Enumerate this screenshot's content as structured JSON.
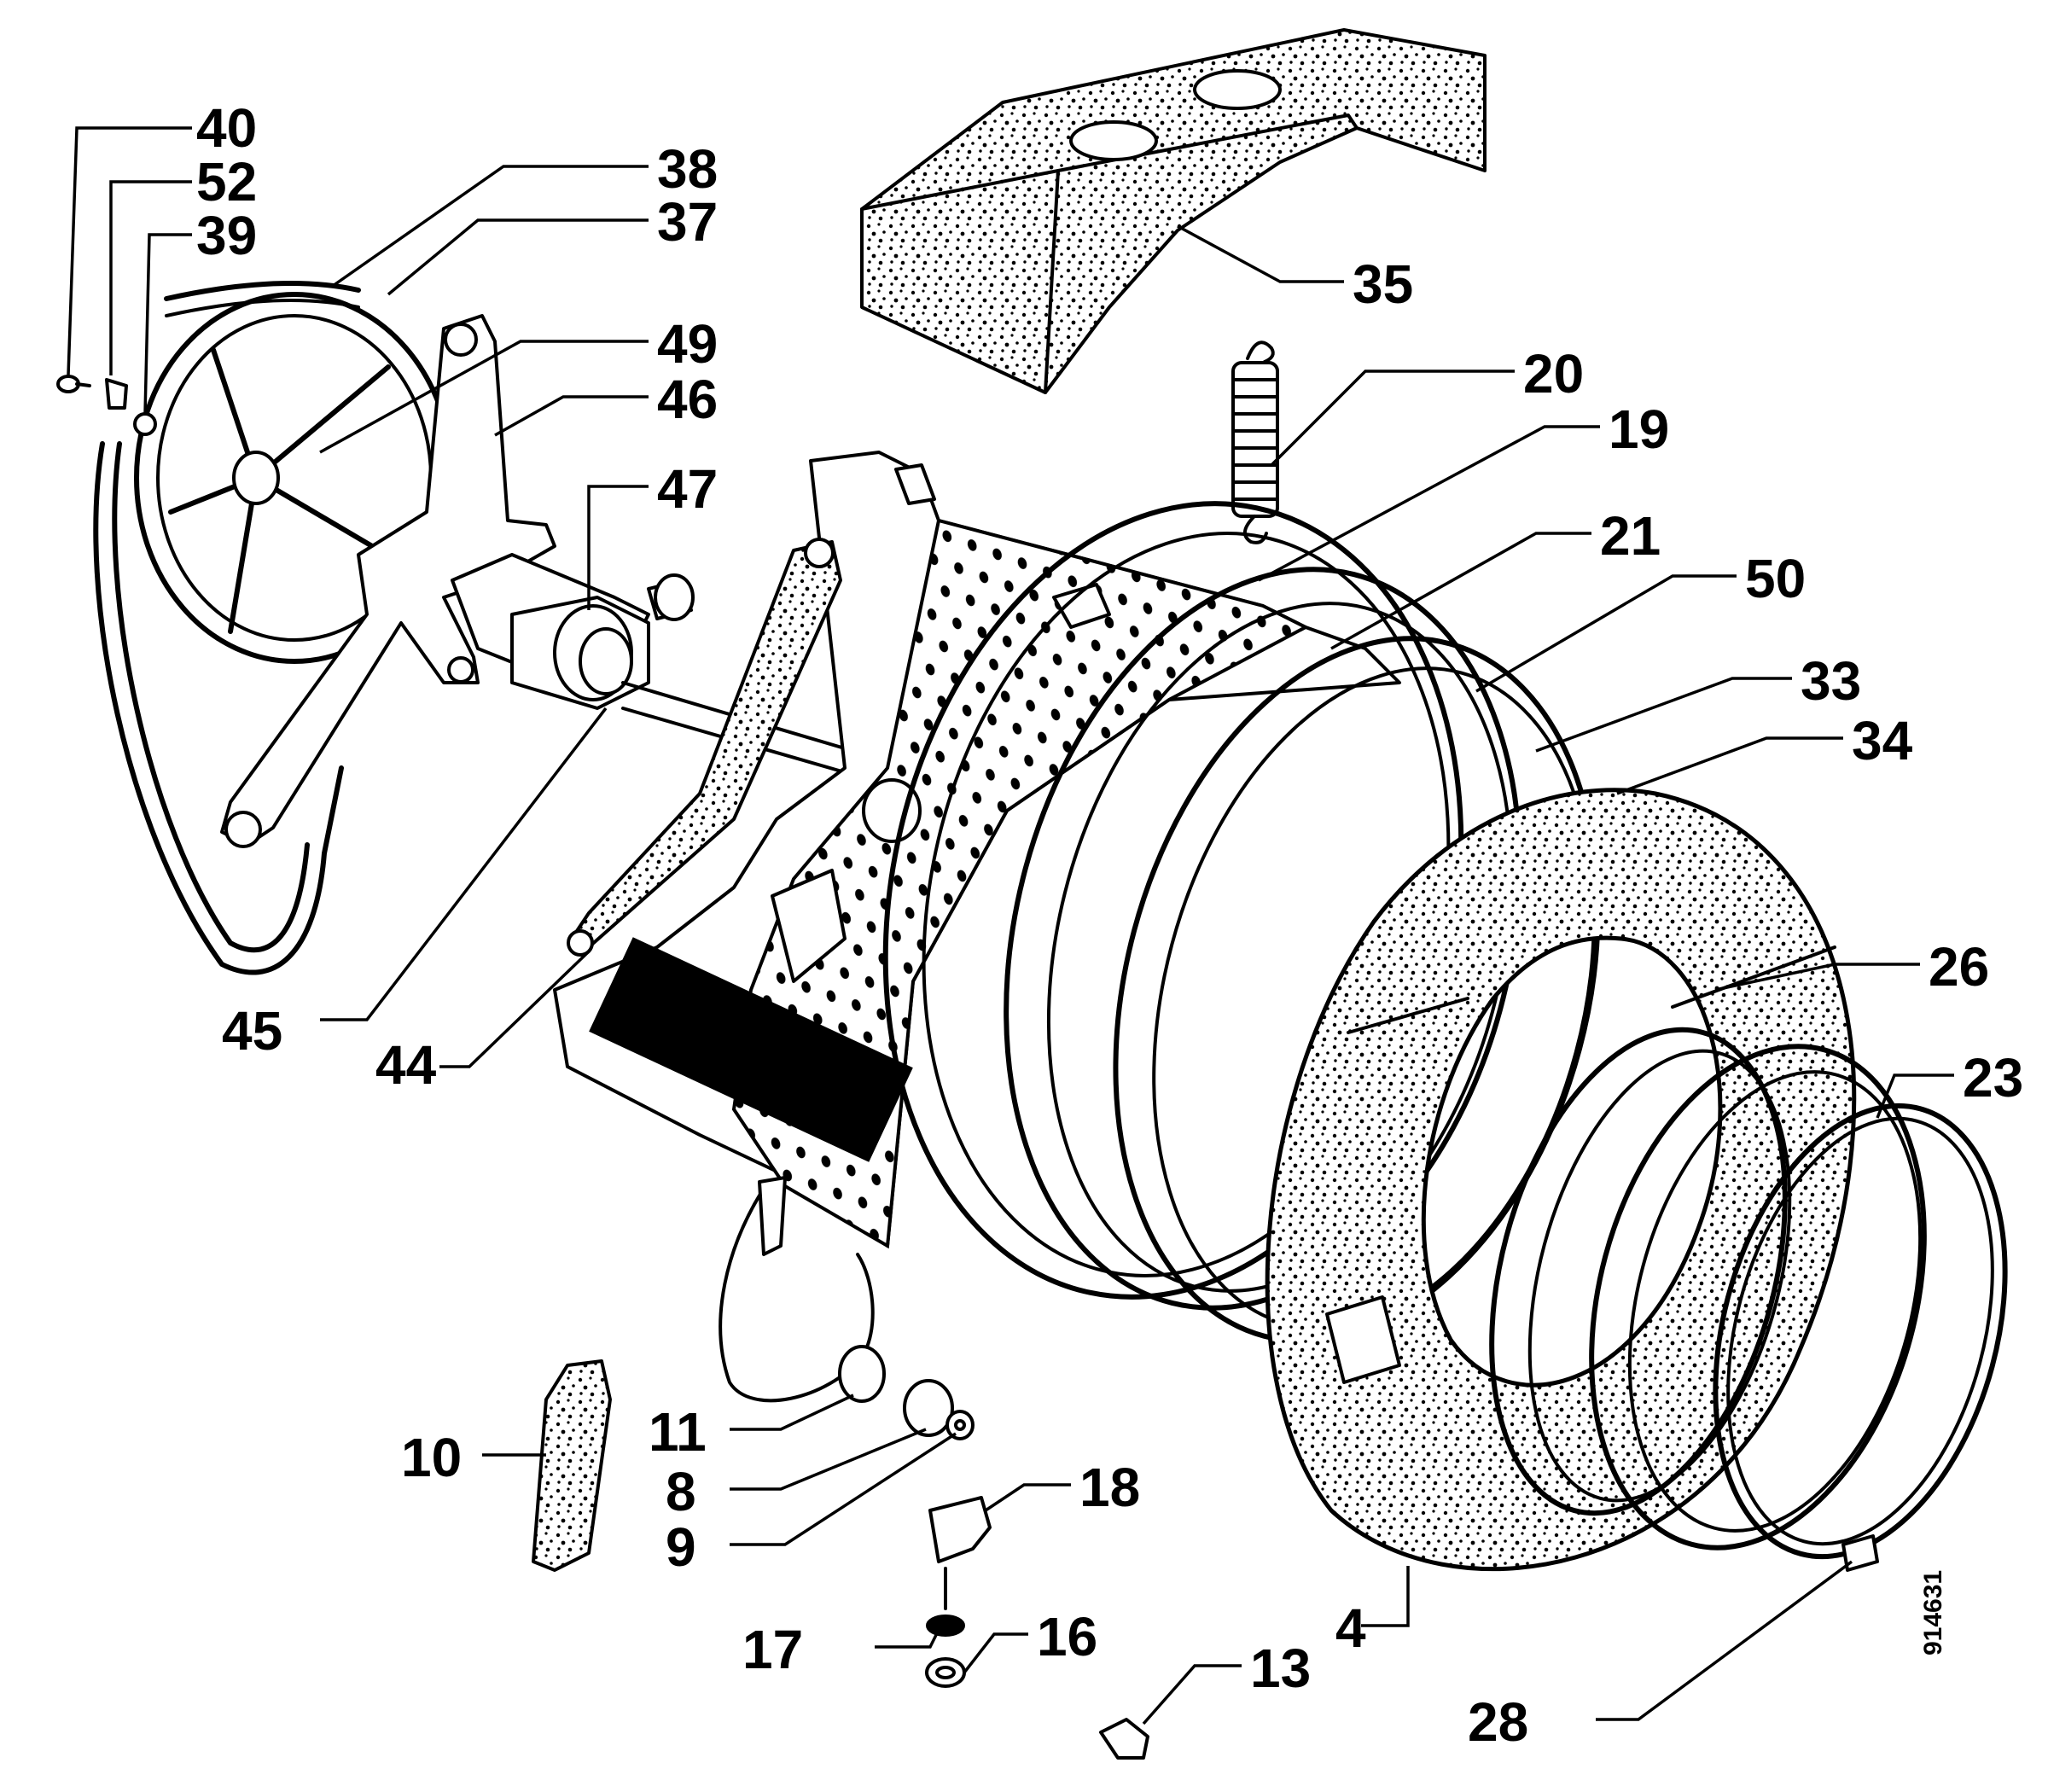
{
  "diagram": {
    "reference_number": "914631",
    "callouts": [
      {
        "id": "40",
        "label": "40"
      },
      {
        "id": "52",
        "label": "52"
      },
      {
        "id": "39",
        "label": "39"
      },
      {
        "id": "38",
        "label": "38"
      },
      {
        "id": "37",
        "label": "37"
      },
      {
        "id": "49",
        "label": "49"
      },
      {
        "id": "46",
        "label": "46"
      },
      {
        "id": "47",
        "label": "47"
      },
      {
        "id": "35",
        "label": "35"
      },
      {
        "id": "20",
        "label": "20"
      },
      {
        "id": "19",
        "label": "19"
      },
      {
        "id": "21",
        "label": "21"
      },
      {
        "id": "50",
        "label": "50"
      },
      {
        "id": "33",
        "label": "33"
      },
      {
        "id": "34",
        "label": "34"
      },
      {
        "id": "26",
        "label": "26"
      },
      {
        "id": "23",
        "label": "23"
      },
      {
        "id": "45",
        "label": "45"
      },
      {
        "id": "44",
        "label": "44"
      },
      {
        "id": "10",
        "label": "10"
      },
      {
        "id": "11",
        "label": "11"
      },
      {
        "id": "8",
        "label": "8"
      },
      {
        "id": "9",
        "label": "9"
      },
      {
        "id": "18",
        "label": "18"
      },
      {
        "id": "17",
        "label": "17"
      },
      {
        "id": "16",
        "label": "16"
      },
      {
        "id": "13",
        "label": "13"
      },
      {
        "id": "4",
        "label": "4"
      },
      {
        "id": "28",
        "label": "28"
      }
    ]
  }
}
